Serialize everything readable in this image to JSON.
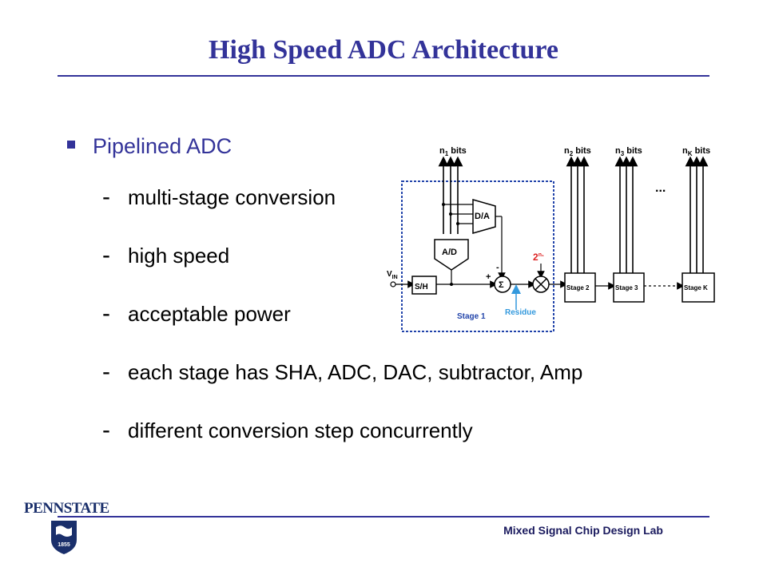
{
  "slide": {
    "title": "High Speed ADC Architecture",
    "bullet": "Pipelined ADC",
    "sub_bullets": [
      "multi-stage conversion",
      "high speed",
      "acceptable power",
      "each stage has SHA, ADC, DAC, subtractor, Amp",
      "different conversion step concurrently"
    ],
    "dash": "-"
  },
  "diagram": {
    "labels": {
      "n1": "n",
      "n1_sub": "1",
      "n2_sub": "2",
      "n3_sub": "3",
      "nk_sub": "K",
      "bits": " bits",
      "vin": "V",
      "vin_sub": "IN",
      "sh": "S/H",
      "ad": "A/D",
      "da": "D/A",
      "sigma": "Σ",
      "gain": "2",
      "gain_sup": "n₁",
      "residue": "Residue",
      "stage1": "Stage 1",
      "stage2": "Stage 2",
      "stage3": "Stage 3",
      "stagek": "Stage K",
      "ellipsis": "...",
      "plus": "+",
      "minus": "-"
    },
    "colors": {
      "accent_blue": "#3399dd",
      "border": "#2244aa",
      "gain_red": "#dd2222"
    }
  },
  "footer": {
    "lab": "Mixed Signal Chip Design Lab",
    "logo_text": "PENNSTATE",
    "logo_year": "1855"
  }
}
